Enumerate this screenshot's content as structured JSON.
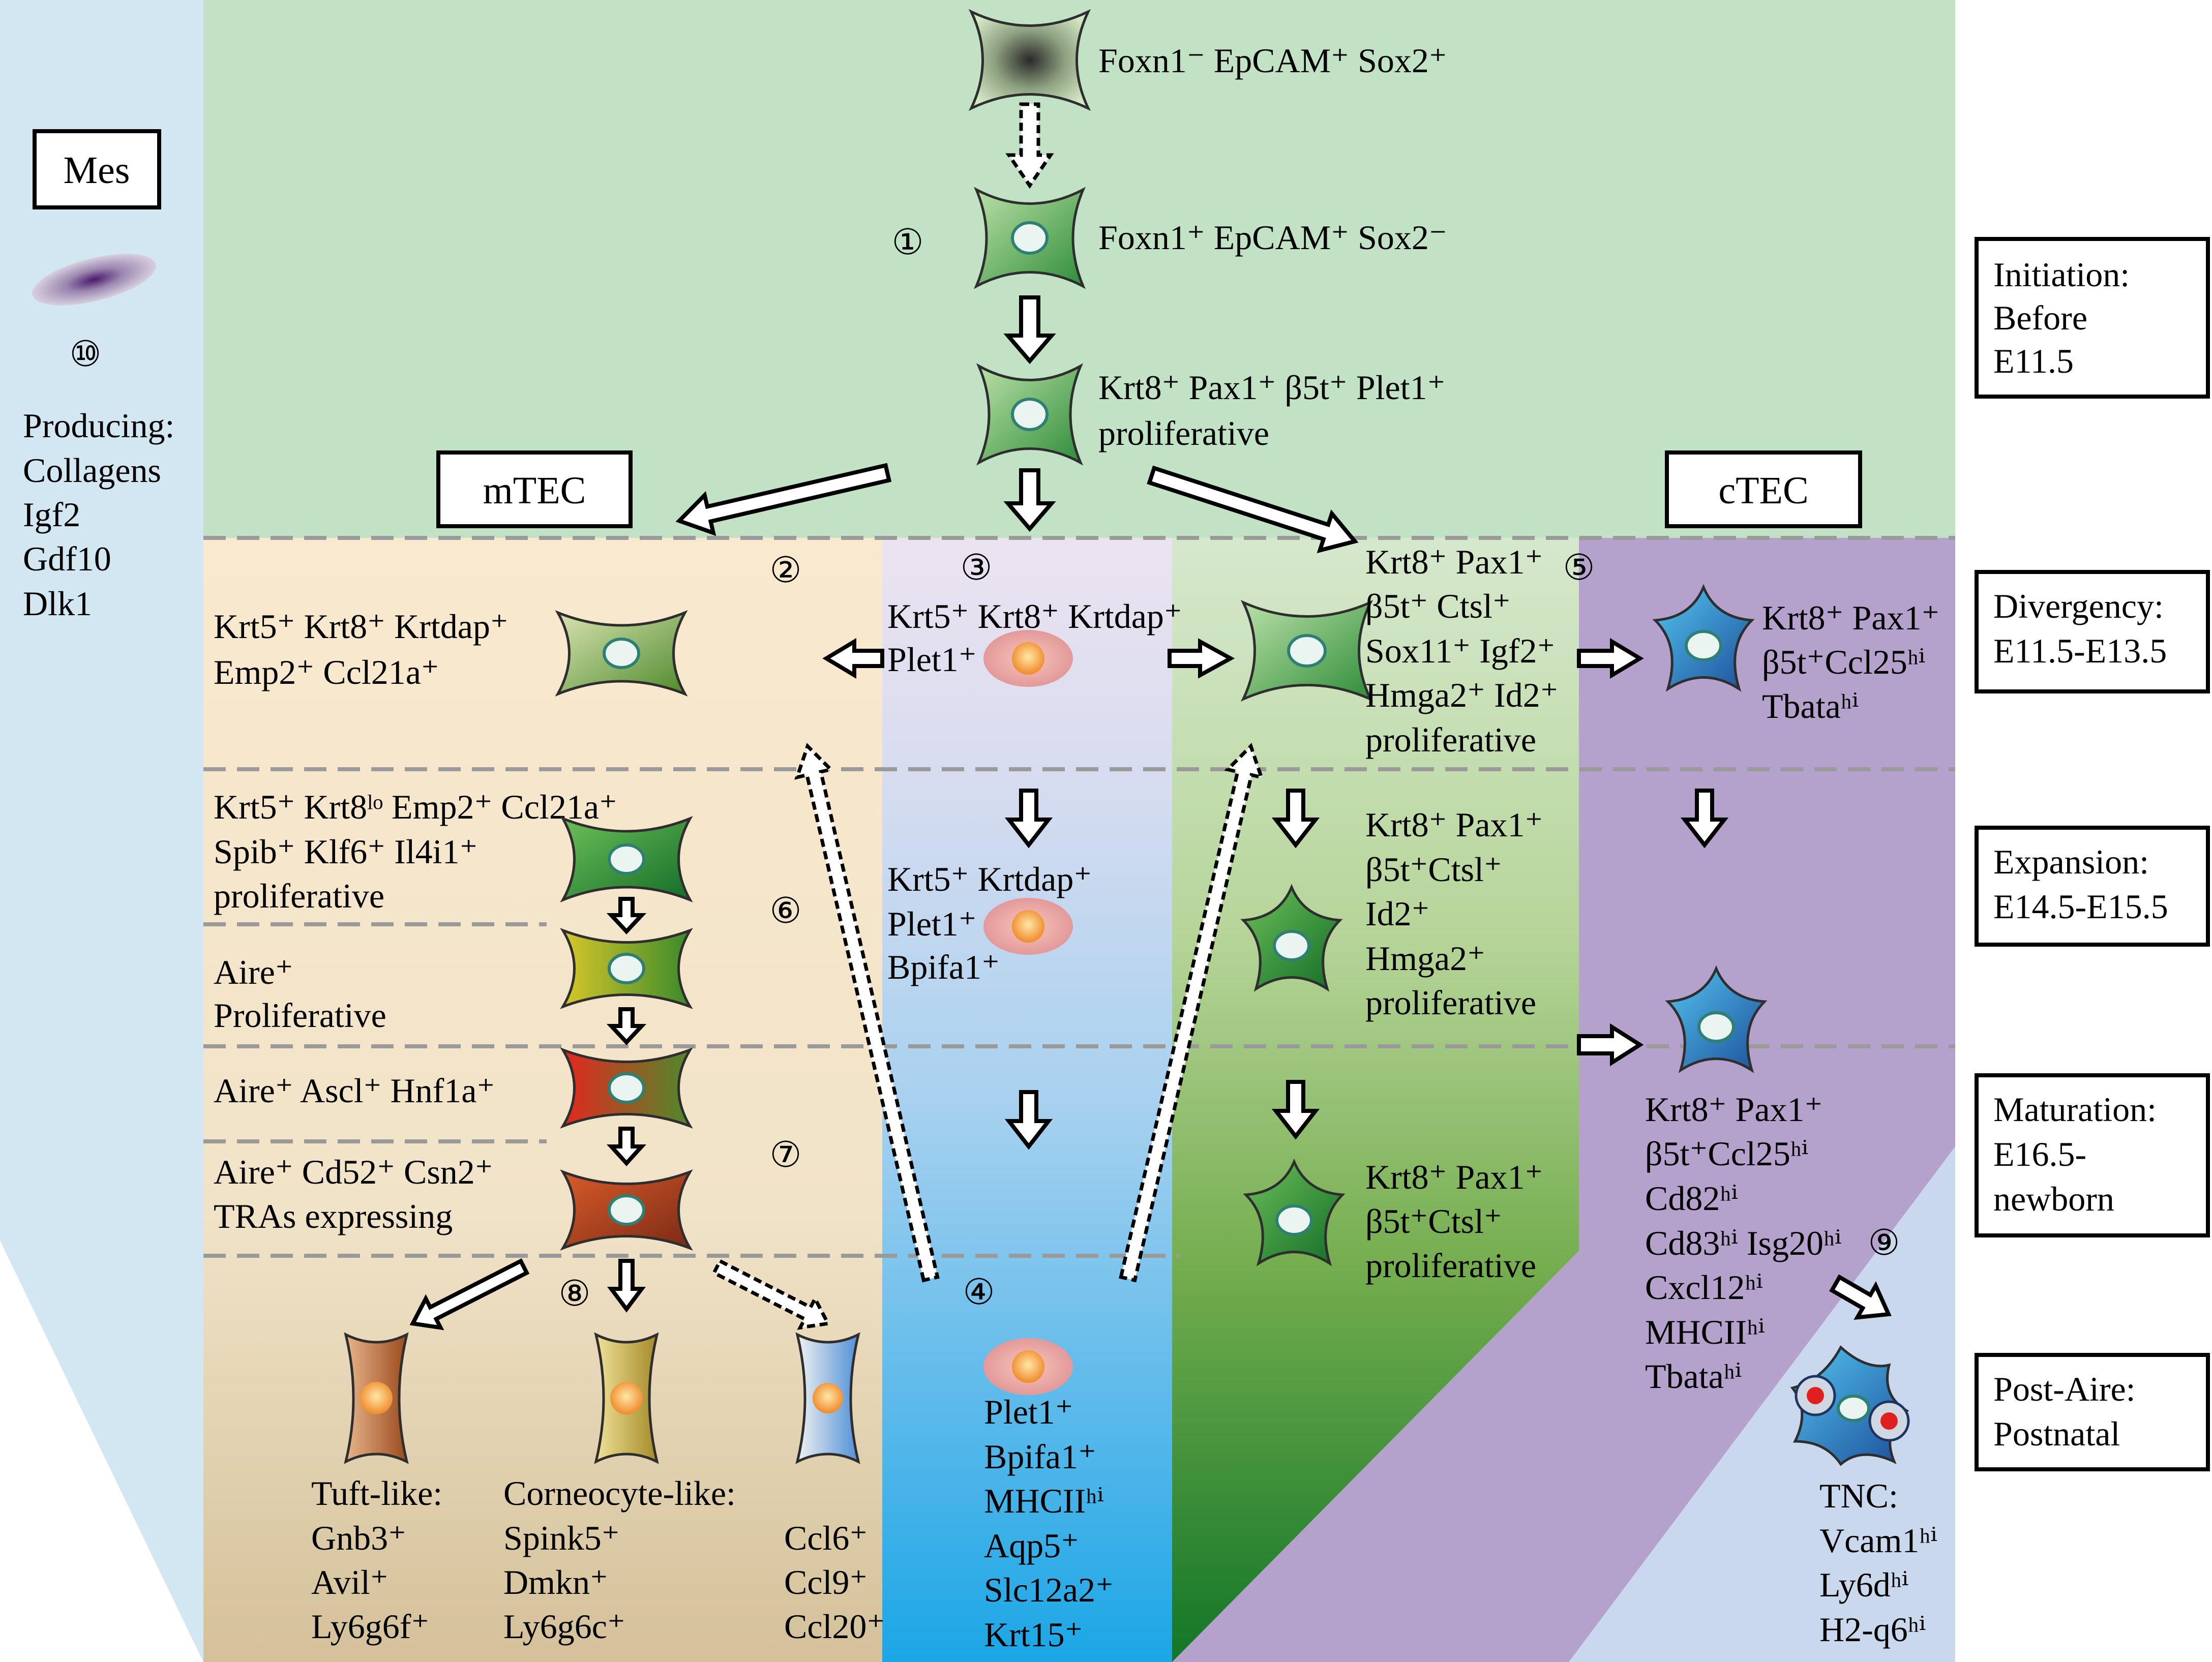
{
  "colors": {
    "mes_bg": "#d2e7f1",
    "top_bg": "#c2e2c6",
    "mtec_bg": "#f7e8cc",
    "center_top": "#ebe4f3",
    "center_bottom": "#1fa8e6",
    "ctec_green": "#157a2c",
    "ctec_purple": "#b4a1cc",
    "post_bg": "#cad8ee"
  },
  "labels": {
    "mes": "Mes",
    "mtec": "mTEC",
    "ctec": "cTEC",
    "n1": "①",
    "n2": "②",
    "n3": "③",
    "n4": "④",
    "n5": "⑤",
    "n6": "⑥",
    "n7": "⑦",
    "n8": "⑧",
    "n9": "⑨",
    "n10": "⑩"
  },
  "mes": {
    "producing": "Producing:",
    "items": [
      "Collagens",
      "Igf2",
      "Gdf10",
      "Dlk1"
    ]
  },
  "stages": [
    {
      "title": "Initiation:",
      "lines": [
        "Before",
        "E11.5"
      ]
    },
    {
      "title": "Divergency:",
      "lines": [
        "E11.5-E13.5"
      ]
    },
    {
      "title": "Expansion:",
      "lines": [
        "E14.5-E15.5"
      ]
    },
    {
      "title": "Maturation:",
      "lines": [
        "E16.5-",
        "newborn"
      ]
    },
    {
      "title": "Post-Aire:",
      "lines": [
        "Postnatal"
      ]
    }
  ],
  "markers": {
    "top1": "Foxn1⁻ EpCAM⁺ Sox2⁺",
    "top2": "Foxn1⁺ EpCAM⁺ Sox2⁻",
    "top3a": "Krt8⁺ Pax1⁺ β5t⁺ Plet1⁺",
    "top3b": "proliferative",
    "m2a": "Krt5⁺ Krt8⁺ Krtdap⁺",
    "m2b": "Emp2⁺ Ccl21a⁺",
    "m6a": "Krt5⁺ Krt8ˡᵒ Emp2⁺ Ccl21a⁺",
    "m6b": "Spib⁺ Klf6⁺ Il4i1⁺",
    "m6c": "proliferative",
    "m6d": "Aire⁺",
    "m6e": "Proliferative",
    "m7a": "Aire⁺ Ascl⁺ Hnf1a⁺",
    "m7b": "Aire⁺ Cd52⁺ Csn2⁺",
    "m7c": "TRAs expressing",
    "tuft_title": "Tuft-like:",
    "tuft": [
      "Gnb3⁺",
      "Avil⁺",
      "Ly6g6f⁺"
    ],
    "corn_title": "Corneocyte-like:",
    "corn": [
      "Spink5⁺",
      "Dmkn⁺",
      "Ly6g6c⁺"
    ],
    "ccl": [
      "Ccl6⁺",
      "Ccl9⁺",
      "Ccl20⁺"
    ],
    "c3a": "Krt5⁺ Krt8⁺ Krtdap⁺",
    "c3b": "Plet1⁺",
    "cmid": [
      "Krt5⁺ Krtdap⁺",
      "Plet1⁺",
      "Bpifa1⁺"
    ],
    "c4": [
      "Plet1⁺",
      "Bpifa1⁺",
      "MHCIIʰⁱ",
      "Aqp5⁺",
      "Slc12a2⁺",
      "Krt15⁺"
    ],
    "g5": [
      "Krt8⁺ Pax1⁺",
      "β5t⁺ Ctsl⁺",
      "Sox11⁺ Igf2⁺",
      "Hmga2⁺ Id2⁺",
      "proliferative"
    ],
    "g2": [
      "Krt8⁺ Pax1⁺",
      "β5t⁺Ctsl⁺",
      "Id2⁺",
      "Hmga2⁺",
      "proliferative"
    ],
    "g3": [
      "Krt8⁺ Pax1⁺",
      "β5t⁺Ctsl⁺",
      "proliferative"
    ],
    "p1": [
      "Krt8⁺ Pax1⁺",
      "β5t⁺Ccl25ʰⁱ",
      "Tbataʰⁱ"
    ],
    "p2": [
      "Krt8⁺ Pax1⁺",
      "β5t⁺Ccl25ʰⁱ",
      "Cd82ʰⁱ",
      "Cd83ʰⁱ Isg20ʰⁱ",
      "Cxcl12ʰⁱ",
      "MHCIIʰⁱ",
      "Tbataʰⁱ"
    ],
    "tnc_title": "TNC:",
    "tnc": [
      "Vcam1ʰⁱ",
      "Ly6dʰⁱ",
      "H2-q6ʰⁱ"
    ]
  }
}
